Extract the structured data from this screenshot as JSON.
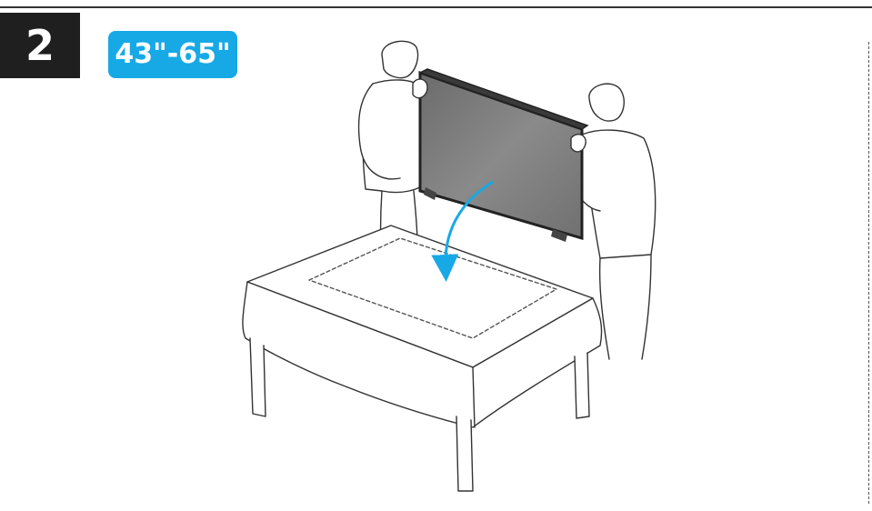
{
  "step": {
    "number": "2"
  },
  "badge": {
    "size_range": "43\"-65\""
  },
  "colors": {
    "accent": "#17a9e6",
    "step_bg": "#1f1f1f",
    "tv_panel": "#7a7a7a",
    "line": "#333333"
  },
  "illustration": {
    "icon": "two-people-lowering-tv-onto-table"
  }
}
